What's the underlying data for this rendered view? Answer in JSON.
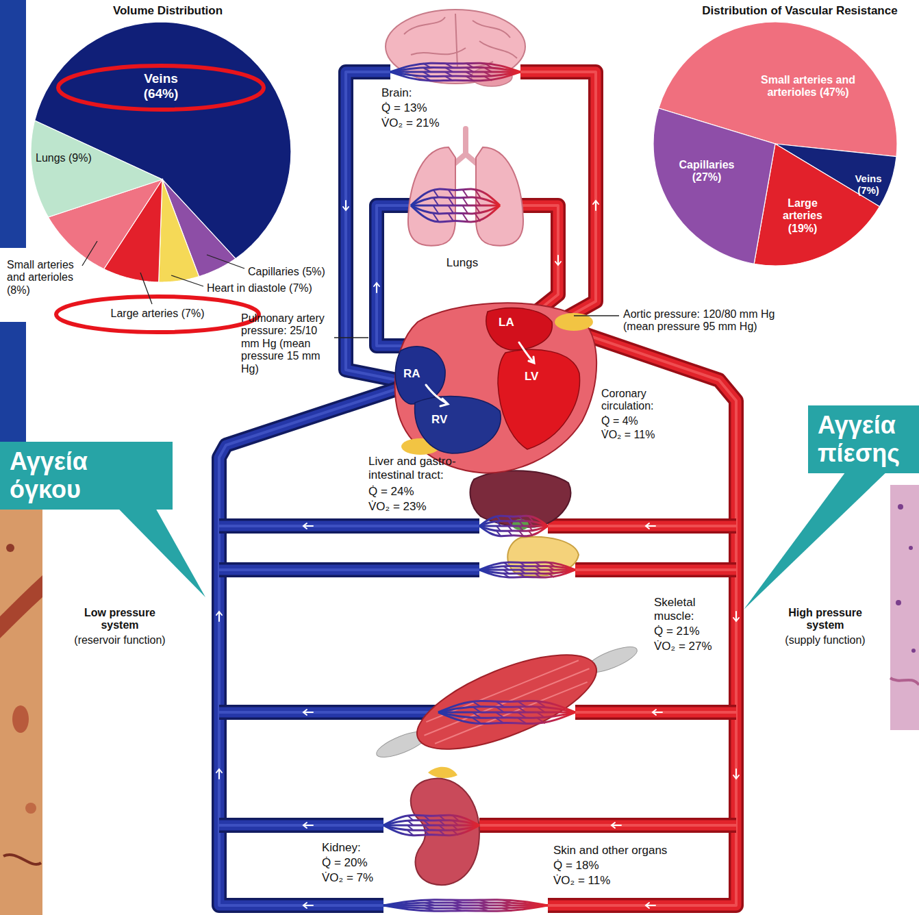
{
  "diagram": {
    "nodes": [
      {
        "text": [
          "Αγγεία όγκου"
        ]
      },
      {
        "text": [
          "Αγγεία πίεσης"
        ]
      }
    ],
    "labels": [
      "Volume Distribution",
      "Distribution of Vascular Resistance",
      "Veins (64%)",
      "Brain:",
      "Q̇ = 13%",
      "V̇O₂ = 21%",
      "Small arteries and arterioles (47%)",
      "Lungs (9%)",
      "Capillaries (27%)",
      "Veins (7%)",
      "Large arteries (19%)",
      "Lungs",
      "Small arteries and arterioles (8%)",
      "Capillaries (5%)",
      "Heart in diastole (7%)",
      "Large arteries (7%)",
      "Pulmonary artery pressure: 25/10 mm Hg (mean pressure 15 mm Hg)",
      "Aortic pressure: 120/80 mm Hg (mean pressure 95 mm Hg)",
      "LA",
      "RA",
      "LV",
      "RV",
      "Coronary circulation:",
      "Q̇ = 4%",
      "V̇O₂ = 11%",
      "Liver and gastro-intestinal tract:",
      "Q̇ = 24%",
      "V̇O₂ = 23%",
      "Low pressure system",
      "(reservoir function)",
      "High pressure system",
      "(supply function)",
      "Skeletal muscle:",
      "Q̇ = 21%",
      "V̇O₂ = 27%",
      "Kidney:",
      "Q̇ = 20%",
      "V̇O₂ = 7%",
      "Skin and other organs",
      "Q̇ = 18%",
      "V̇O₂ = 11%"
    ]
  }
}
